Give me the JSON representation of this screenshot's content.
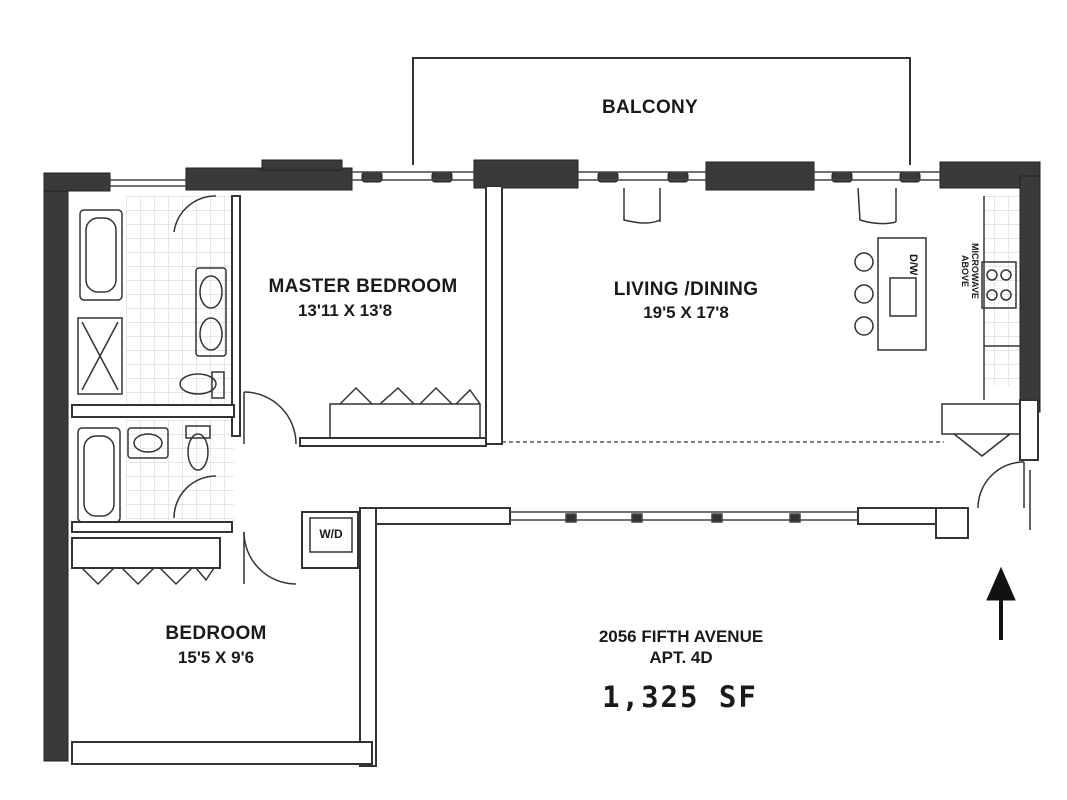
{
  "plan": {
    "balcony": "BALCONY",
    "master_bedroom": {
      "name": "MASTER BEDROOM",
      "dims": "13'11 X 13'8"
    },
    "living_dining": {
      "name": "LIVING /DINING",
      "dims": "19'5 X 17'8"
    },
    "bedroom": {
      "name": "BEDROOM",
      "dims": "15'5 X 9'6"
    },
    "dishwasher": "D/W",
    "microwave": "MICROWAVE ABOVE",
    "washer_dryer": "W/D",
    "address": {
      "street": "2056 FIFTH AVENUE",
      "unit": "APT. 4D"
    },
    "area": "1,325 SF",
    "entry_arrow": "up-arrow-icon"
  },
  "colors": {
    "wall": "#3a3a3a",
    "line": "#333333",
    "tile": "#cccccc"
  }
}
